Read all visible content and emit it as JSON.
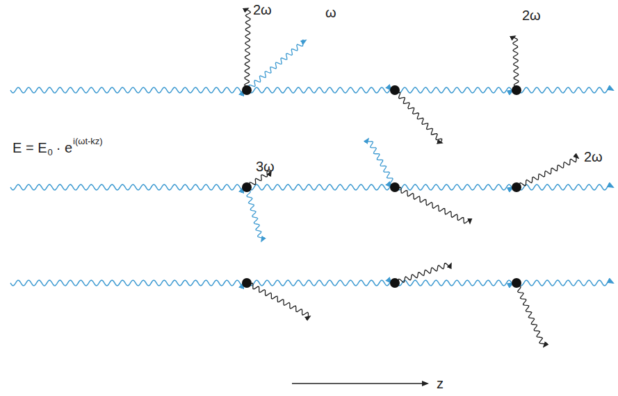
{
  "diagram": {
    "labels": [
      "2ω",
      "ω",
      "2ω",
      "E = E",
      "0",
      "· e",
      "i(ωt-kz)",
      "3ω",
      "2ω",
      "z"
    ]
  }
}
